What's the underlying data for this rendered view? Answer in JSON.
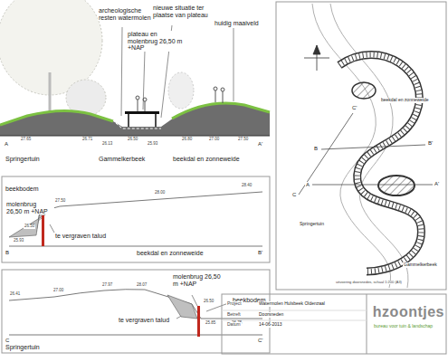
{
  "diagram": {
    "labels": [
      "archeologische resten watermolen",
      "nieuwe situatie ter plaatse van plateau",
      "plateau en molenbrug 26,50 m +NAP",
      "huidig maaiveld",
      "Springertuin",
      "Gammelkerbeek",
      "beekdal en zonneweide",
      "A",
      "A'",
      "27.65",
      "26.71",
      "26.13",
      "26.50",
      "25.93",
      "26.80",
      "27.00",
      "27.50",
      "beekbodem",
      "molenbrug 26,50 m +NAP",
      "te vergraven talud",
      "B",
      "B'",
      "beekdal en zonneweide",
      "25.93",
      "26.50",
      "27.50",
      "28.00",
      "28.40",
      "C",
      "C'",
      "Springertuin",
      "molenbrug 26,50 m +NAP",
      "beekbodem",
      "te vergraven talud",
      "26.41",
      "27.00",
      "27.97",
      "28.07",
      "26.50",
      "25.85",
      "26.75",
      "beekdal en zonneweide",
      "Springertuin",
      "Gammelkerbeek",
      "A",
      "A'",
      "B",
      "B'",
      "C",
      "C'",
      "uitvoering doorsnedes, schaal 1:200 (A3)",
      "Project",
      "Watermolen Hulsbeek Oldenzaal",
      "Betreft",
      "Doorsneden",
      "Datum",
      "14-06-2013",
      "hzoontjes",
      "bureau voor tuin & landschap"
    ]
  }
}
